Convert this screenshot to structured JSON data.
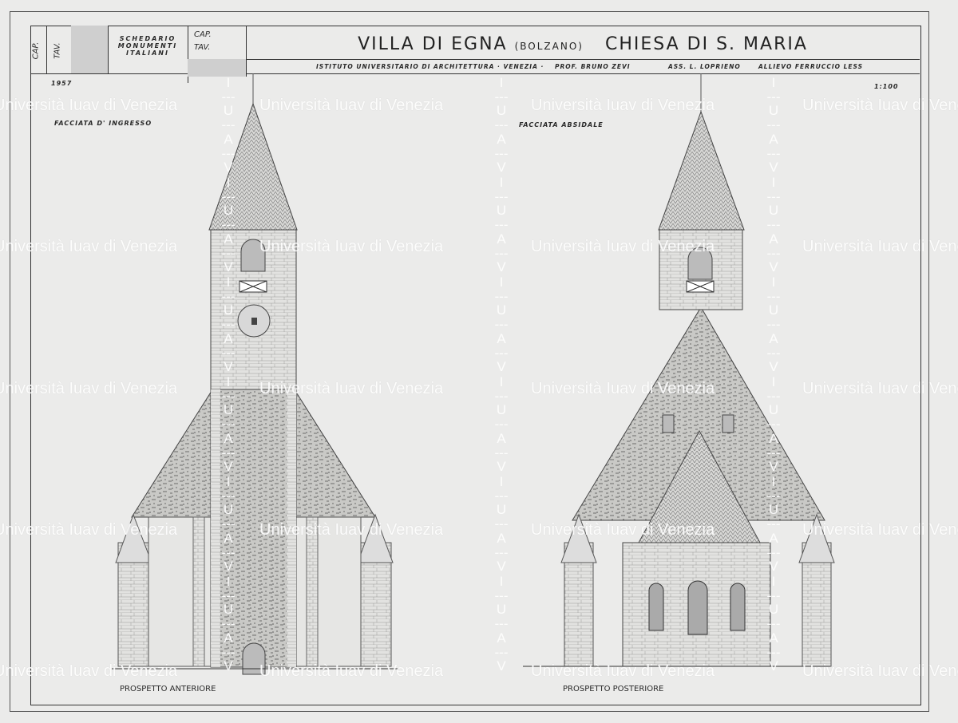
{
  "header": {
    "cap_label": "CAP.",
    "tav_label": "TAV.",
    "schedario": [
      "SCHEDARIO",
      "MONUMENTI",
      "ITALIANI"
    ],
    "cap2_label": "CAP.",
    "tav2_label": "TAV.",
    "title_place": "VILLA DI EGNA",
    "title_province": "(BOLZANO)",
    "title_church": "CHIESA DI S. MARIA",
    "institute": "ISTITUTO UNIVERSITARIO DI ARCHITETTURA · VENEZIA ·",
    "professor": "PROF. BRUNO ZEVI",
    "assistant": "ASS. L. LOPRIENO",
    "student": "ALLIEVO FERRUCCIO LESS"
  },
  "year": "1957",
  "scale": "1:100",
  "left_view": {
    "label": "FACCIATA D' INGRESSO",
    "caption": "PROSPETTO ANTERIORE"
  },
  "right_view": {
    "label": "FACCIATA ABSIDALE",
    "caption": "PROSPETTO POSTERIORE"
  },
  "watermark": {
    "text": "Università Iuav di Venezia",
    "vertical": "I\n---\nU\n---\nA\n---\nV"
  }
}
